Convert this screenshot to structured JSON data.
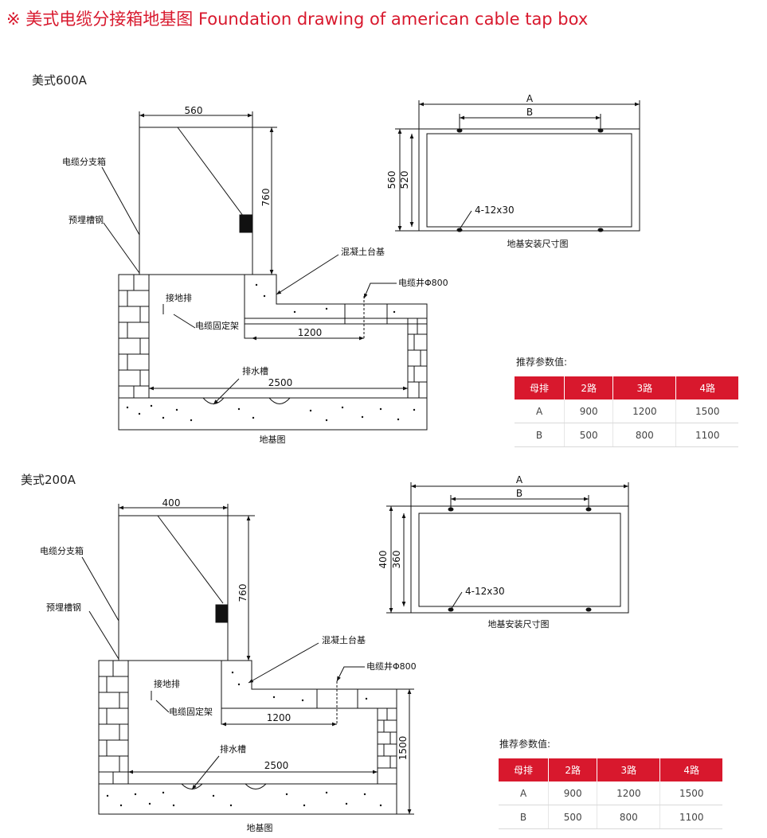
{
  "page_title": "※ 美式电缆分接箱地基图 Foundation drawing of american cable tap box",
  "sections": [
    {
      "label": "美式600A",
      "box_width": "560",
      "box_height": "760",
      "dim_1200": "1200",
      "dim_2500": "2500",
      "callouts": {
        "branch_box": "电缆分支箱",
        "channel_steel": "预埋槽钢",
        "grounding_bar": "接地排",
        "cable_bracket": "电缆固定架",
        "concrete_base": "混凝土台基",
        "cable_well": "电缆井Φ800",
        "drain": "排水槽"
      },
      "foundation_caption": "地基图",
      "plan": {
        "dim_a": "A",
        "dim_b": "B",
        "outer_h": "560",
        "inner_h": "520",
        "hole": "4-12x30",
        "caption": "地基安装尺寸图"
      },
      "params": {
        "title": "推荐参数值:",
        "headers": [
          "母排",
          "2路",
          "3路",
          "4路"
        ],
        "rows": [
          [
            "A",
            "900",
            "1200",
            "1500"
          ],
          [
            "B",
            "500",
            "800",
            "1100"
          ]
        ]
      }
    },
    {
      "label": "美式200A",
      "box_width": "400",
      "box_height": "760",
      "dim_1200": "1200",
      "dim_2500": "2500",
      "dim_1500": "1500",
      "callouts": {
        "branch_box": "电缆分支箱",
        "channel_steel": "预埋槽钢",
        "grounding_bar": "接地排",
        "cable_bracket": "电缆固定架",
        "concrete_base": "混凝土台基",
        "cable_well": "电缆井Φ800",
        "drain": "排水槽"
      },
      "foundation_caption": "地基图",
      "plan": {
        "dim_a": "A",
        "dim_b": "B",
        "outer_h": "400",
        "inner_h": "360",
        "hole": "4-12x30",
        "caption": "地基安装尺寸图"
      },
      "params": {
        "title": "推荐参数值:",
        "headers": [
          "母排",
          "2路",
          "3路",
          "4路"
        ],
        "rows": [
          [
            "A",
            "900",
            "1200",
            "1500"
          ],
          [
            "B",
            "500",
            "800",
            "1100"
          ]
        ]
      }
    }
  ]
}
